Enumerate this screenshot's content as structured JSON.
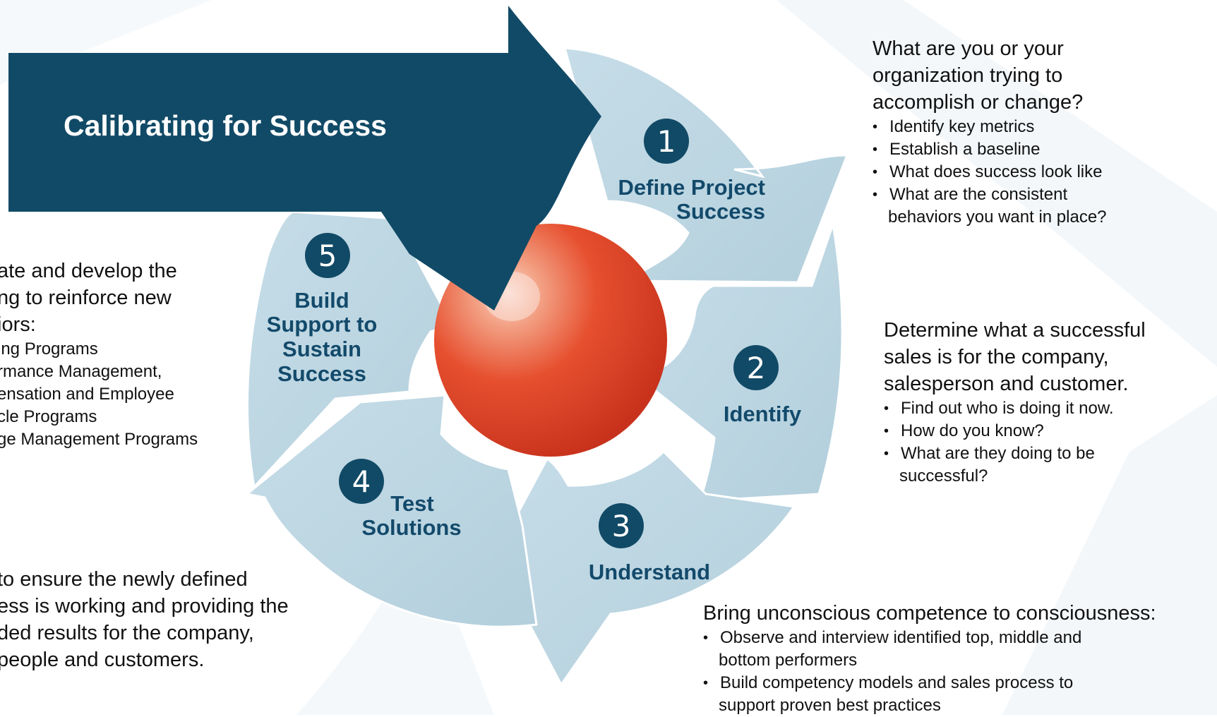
{
  "banner": {
    "title": "Calibrating for Success"
  },
  "steps": [
    {
      "number": "1",
      "label_lines": [
        "Define Project",
        "Success"
      ]
    },
    {
      "number": "2",
      "label_lines": [
        "Identify"
      ]
    },
    {
      "number": "3",
      "label_lines": [
        "Understand"
      ]
    },
    {
      "number": "4",
      "label_lines": [
        "Test",
        "Solutions"
      ]
    },
    {
      "number": "5",
      "label_lines": [
        "Build",
        "Support to",
        "Sustain",
        "Success"
      ]
    }
  ],
  "descriptions": {
    "step1": {
      "lead": [
        "What are you or your",
        "organization trying to",
        "accomplish or change?"
      ],
      "bullets": [
        "Identify key metrics",
        "Establish a baseline",
        "What does success look like",
        "What are the consistent"
      ],
      "continuation": "behaviors you want in place?"
    },
    "step2": {
      "lead": [
        "Determine what a successful",
        "sales is for the company,",
        "salesperson and customer."
      ],
      "bullets": [
        "Find out who is doing it now.",
        "How do you know?",
        "What are they doing to be"
      ],
      "continuation": "successful?"
    },
    "step3": {
      "lead": [
        "Bring unconscious competence to consciousness:"
      ],
      "bullets": [
        "Observe and interview identified top, middle and"
      ],
      "continuation_1": "bottom performers",
      "bullets_2": [
        "Build competency models and sales process to"
      ],
      "continuation_2": "support proven best practices"
    },
    "step5": {
      "lead": [
        "ate and develop the",
        "ng to reinforce new",
        "iors:"
      ],
      "lines": [
        "ing Programs",
        "rmance Management,",
        "ensation and Employee",
        "cle Programs",
        "ge Management Programs"
      ]
    },
    "step4": {
      "lead": [
        "to ensure the newly defined",
        "ess is working and providing the",
        "ded results for the company,",
        "people and customers."
      ]
    }
  },
  "colors": {
    "banner": "#114a66",
    "arrow": "#bcd6e2",
    "number_badge": "#114a66",
    "step_label": "#134a6b",
    "sphere": "#e44a2e"
  }
}
